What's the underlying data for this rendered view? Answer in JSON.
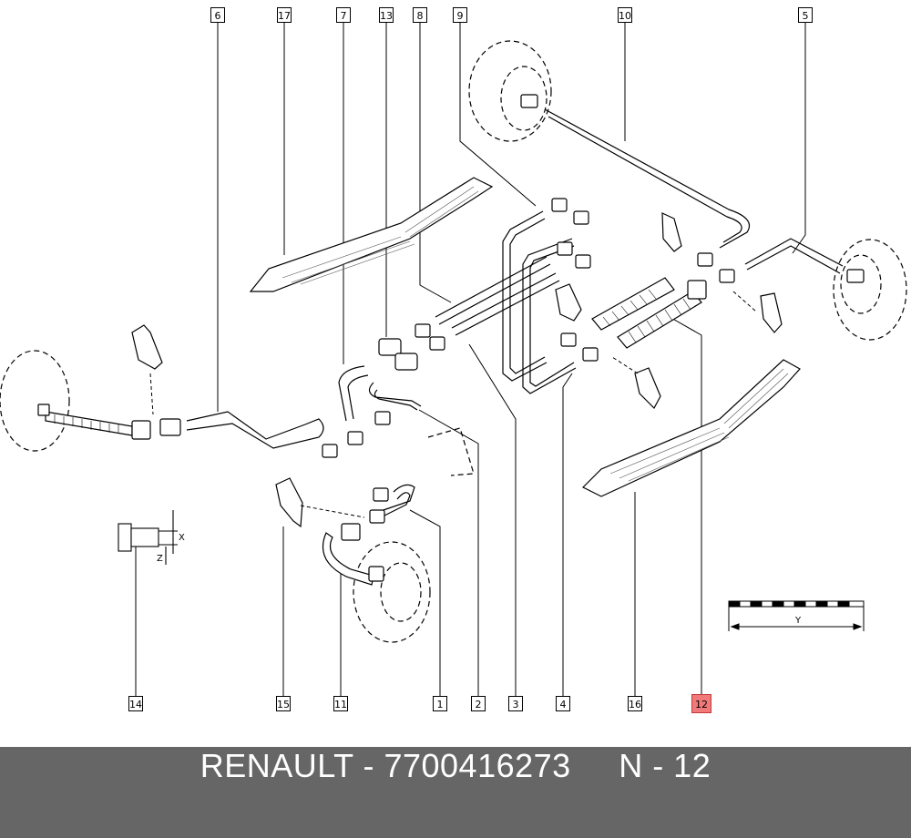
{
  "callouts": {
    "c6": "6",
    "c17": "17",
    "c7": "7",
    "c13": "13",
    "c8": "8",
    "c9": "9",
    "c10": "10",
    "c5": "5",
    "c14": "14",
    "c15": "15",
    "c11": "11",
    "c1": "1",
    "c2": "2",
    "c3": "3",
    "c4": "4",
    "c16": "16",
    "c12": "12"
  },
  "highlight": "12",
  "dimension_labels": {
    "x": "X",
    "z": "Z",
    "y": "Y"
  },
  "footer": {
    "text": "RENAULT - 7700416273     N - 12"
  },
  "colors": {
    "footer_bg": "#666666",
    "highlight": "#f2797a"
  }
}
